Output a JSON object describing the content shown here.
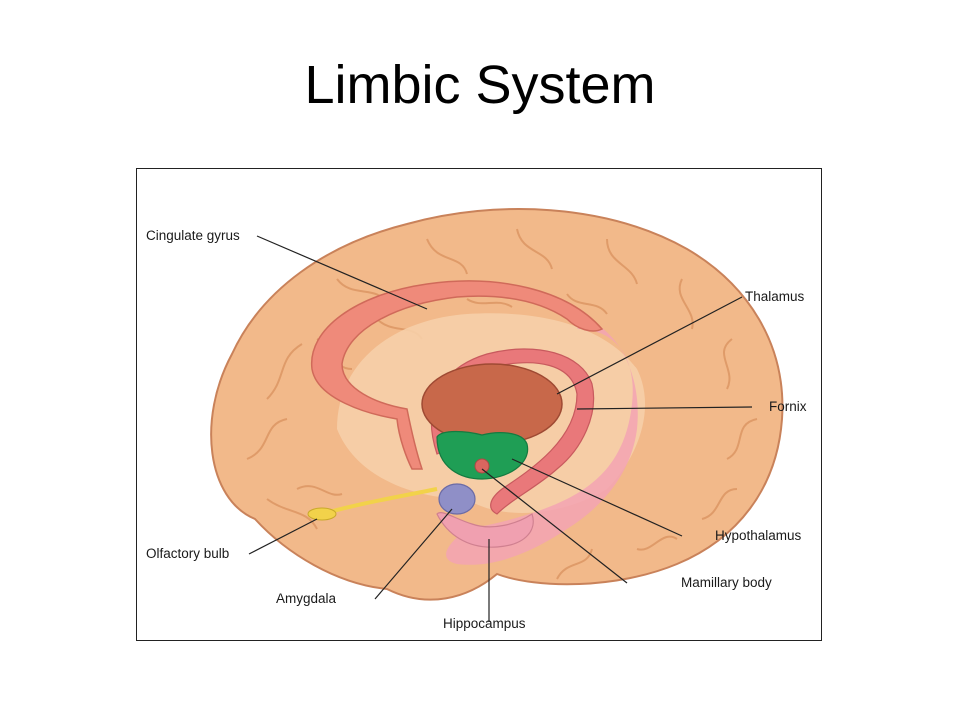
{
  "slide": {
    "title": "Limbic System"
  },
  "diagram": {
    "labels": {
      "cingulate_gyrus": "Cingulate gyrus",
      "thalamus": "Thalamus",
      "fornix": "Fornix",
      "hypothalamus": "Hypothalamus",
      "mamillary_body": "Mamillary body",
      "hippocampus": "Hippocampus",
      "amygdala": "Amygdala",
      "olfactory_bulb": "Olfactory bulb"
    },
    "colors": {
      "cortex": "#f2b98a",
      "cortex_shadow": "#d9915e",
      "cingulate": "#ef8a7a",
      "pink_region": "#f3a3b3",
      "thalamus": "#c8684a",
      "hypothalamus": "#1f9e55",
      "amygdala": "#8f8fc7",
      "olfactory": "#f2d24a",
      "leader_line": "#222222"
    }
  }
}
